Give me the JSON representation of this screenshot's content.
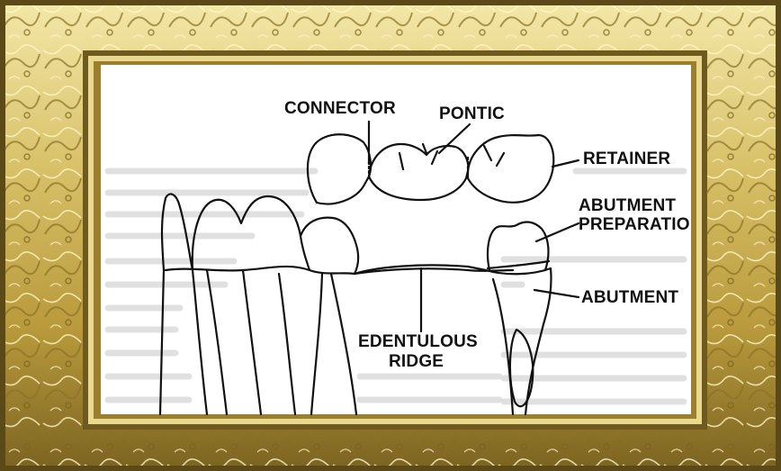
{
  "diagram": {
    "labels": {
      "connector": "CONNECTOR",
      "pontic": "PONTIC",
      "retainer": "RETAINER",
      "abutment_preparation_1": "ABUTMENT",
      "abutment_preparation_2": "PREPARATIO",
      "abutment": "ABUTMENT",
      "edentulous_1": "EDENTULOUS",
      "edentulous_2": "RIDGE"
    }
  },
  "colors": {
    "frame_gold": "#c9b25a",
    "frame_dark": "#6b5a1e",
    "paper": "#ffffff",
    "ink": "#111111"
  }
}
